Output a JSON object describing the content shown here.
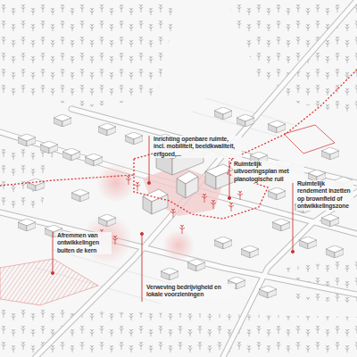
{
  "diagram": {
    "labels": [
      "Inrichting openbare ruimte, incl. mobiliteit, beeldkwaliteit, erfgoed,...",
      "Ruimtelijk uitvoeringsplan met planologische ruil",
      "Ruimtelijk rendement inzetten op brownfield of ontwikkelingszone",
      "Afremmen van ontwikkelingen buiten de kern",
      "Verweving bedrijvigheid en lokale voorzieningen"
    ]
  }
}
